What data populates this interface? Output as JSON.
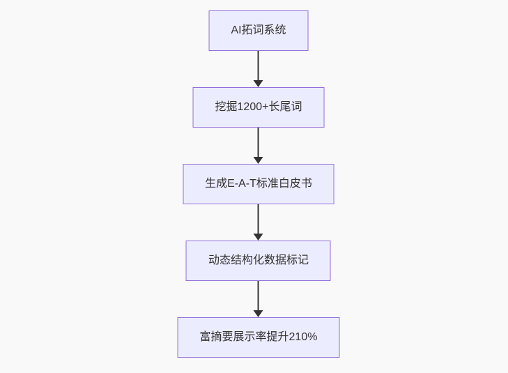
{
  "flowchart": {
    "type": "vertical-flow",
    "nodes": [
      {
        "label": "AI拓词系统"
      },
      {
        "label": "挖掘1200+长尾词"
      },
      {
        "label": "生成E-A-T标准白皮书"
      },
      {
        "label": "动态结构化数据标记"
      },
      {
        "label": "富摘要展示率提升210%"
      }
    ],
    "colors": {
      "node_fill": "#ECECFF",
      "node_border": "#9370DB",
      "text": "#333333",
      "edge": "#333333",
      "background": "#F9F9F9"
    }
  }
}
